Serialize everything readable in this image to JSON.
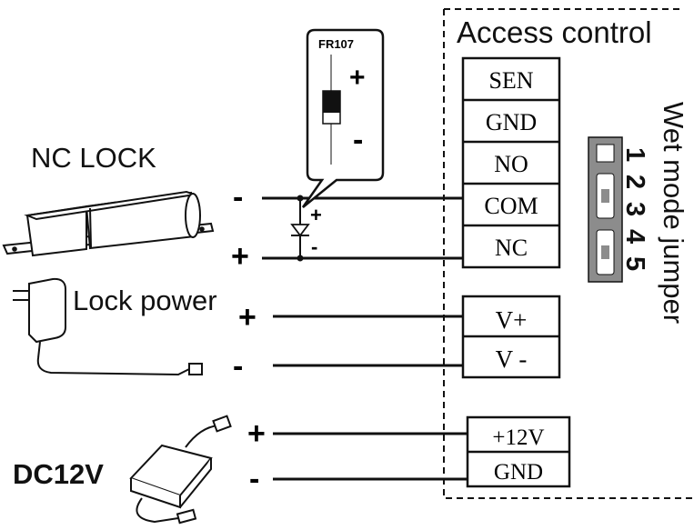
{
  "panel": {
    "title": "Access control"
  },
  "terminals": {
    "top": [
      "SEN",
      "GND",
      "NO",
      "COM",
      "NC"
    ],
    "power": [
      "V+",
      "V -"
    ],
    "supply": [
      "+12V",
      "GND"
    ]
  },
  "jumper": {
    "label": "Wet mode jumper",
    "pins": [
      "1",
      "2",
      "3",
      "4",
      "5"
    ]
  },
  "diode": {
    "model": "FR107",
    "plus": "+",
    "minus": "-"
  },
  "lock": {
    "label": "NC LOCK",
    "minus": "-",
    "plus": "+"
  },
  "lock_power": {
    "label": "Lock power",
    "plus": "+",
    "minus": "-"
  },
  "dc": {
    "label": "DC12V",
    "plus": "+",
    "minus": "-"
  },
  "junction": {
    "plus": "+",
    "minus": "-"
  },
  "colors": {
    "line": "#111111",
    "jumper_bg": "#8c8c8c"
  }
}
